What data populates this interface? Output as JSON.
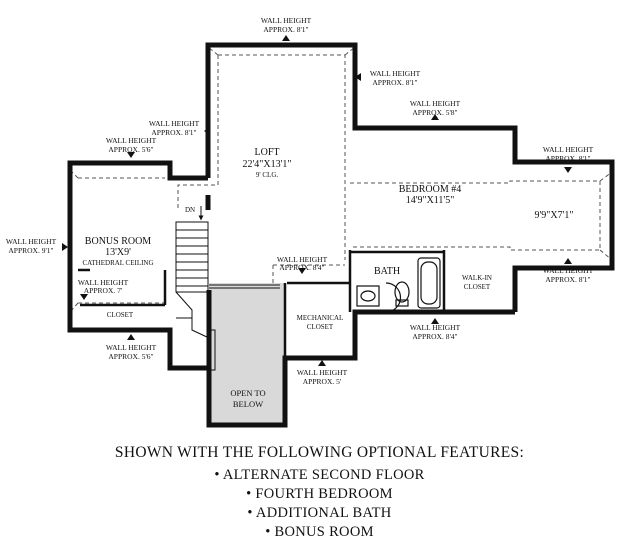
{
  "rooms": {
    "loft": {
      "name": "LOFT",
      "size": "22'4\"X13'1\"",
      "ceiling": "9' CLG."
    },
    "bedroom4": {
      "name": "BEDROOM #4",
      "size": "14'9\"X11'5\"",
      "alcove": "9'9\"X7'1\""
    },
    "bonus_room": {
      "name": "BONUS ROOM",
      "size": "13'X9'",
      "ceiling": "CATHEDRAL CEILING"
    },
    "bath": "BATH",
    "walk_in_closet": [
      "WALK-IN",
      "CLOSET"
    ],
    "closet": "CLOSET",
    "mechanical_closet": [
      "MECHANICAL",
      "CLOSET"
    ],
    "open_to_below": [
      "OPEN TO",
      "BELOW"
    ],
    "stair": "DN"
  },
  "wall_heights": {
    "label": "WALL HEIGHT",
    "top_loft": "APPROX. 8'1\"",
    "loft_right": "APPROX. 8'1\"",
    "loft_left": "APPROX. 8'1\"",
    "bedroom_top": "APPROX. 5'8\"",
    "bedroom_right_top": "APPROX. 8'1\"",
    "bedroom_right_bottom": "APPROX. 8'1\"",
    "bonus_top": "APPROX. 5'6\"",
    "bonus_left": "APPROX. 9'1\"",
    "bonus_inside": "APPROX. 7'",
    "bonus_bottom": "APPROX. 5'6\"",
    "landing": "APPROX. 8'4\"",
    "bath_bottom": "APPROX. 8'4\"",
    "mechanical_bottom": "APPROX. 5'"
  },
  "caption": {
    "title": "SHOWN WITH THE FOLLOWING OPTIONAL FEATURES:",
    "features": [
      "• ALTERNATE SECOND FLOOR",
      "• FOURTH BEDROOM",
      "• ADDITIONAL BATH",
      "• BONUS ROOM"
    ]
  }
}
